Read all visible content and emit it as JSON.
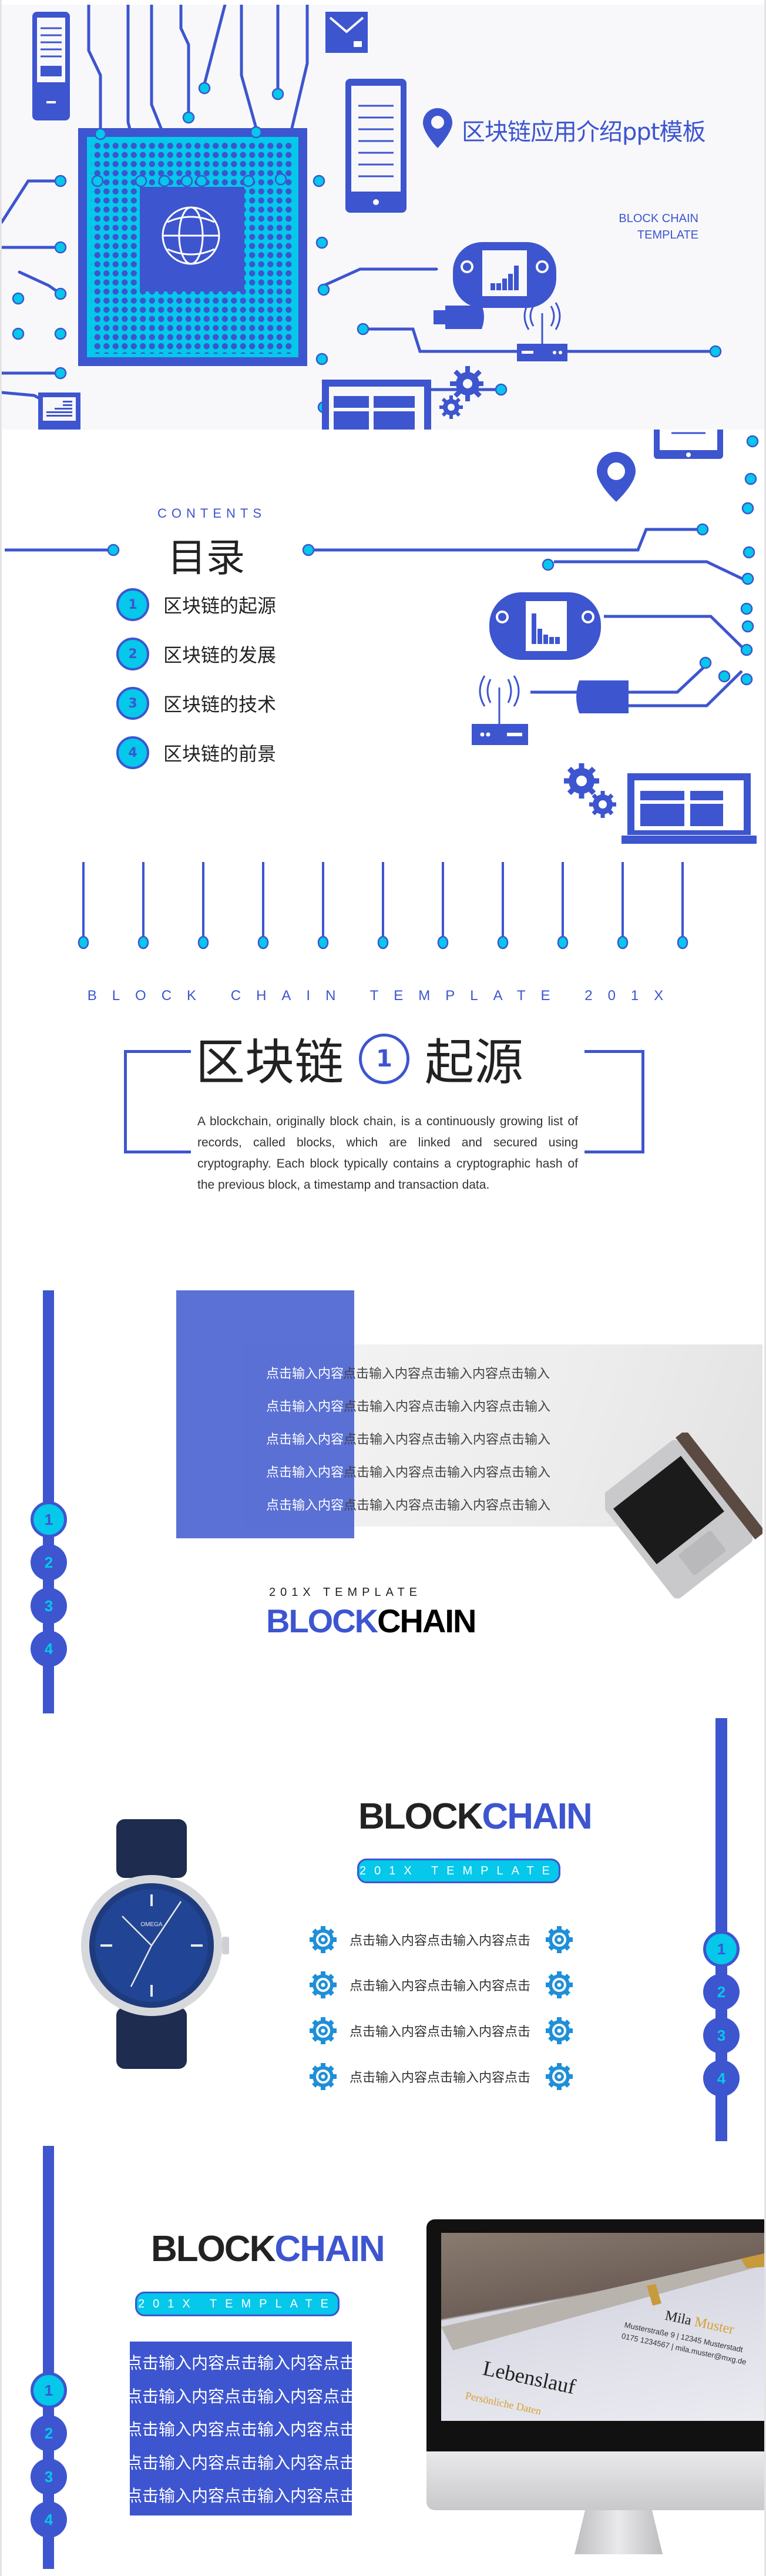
{
  "colors": {
    "primary": "#3d55cf",
    "accent": "#05c8ea",
    "text": "#222222",
    "background": "#ffffff"
  },
  "cover": {
    "title": "区块链应用介绍ppt模板",
    "subtitle_line1": "BLOCK CHAIN",
    "subtitle_line2": "TEMPLATE",
    "icons": [
      "chip-globe-icon",
      "location-pin-icon",
      "tablet-icon",
      "phone-icon",
      "mail-icon",
      "game-console-icon",
      "usb-icon",
      "router-icon",
      "gear-icon",
      "browser-window-icon"
    ]
  },
  "toc": {
    "label": "CONTENTS",
    "title": "目录",
    "items": [
      {
        "num": "1",
        "label": "区块链的起源"
      },
      {
        "num": "2",
        "label": "区块链的发展"
      },
      {
        "num": "3",
        "label": "区块链的技术"
      },
      {
        "num": "4",
        "label": "区块链的前景"
      }
    ]
  },
  "section": {
    "tagline": "BLOCK CHAIN TEMPLATE 201X",
    "heading_left": "区块链",
    "number": "1",
    "heading_right": "起源",
    "body": "A blockchain, originally block chain, is a continuously growing list of records, called blocks, which are linked and secured using cryptography. Each block typically contains a cryptographic hash of the previous block, a timestamp and transaction data."
  },
  "stepper": [
    "1",
    "2",
    "3",
    "4"
  ],
  "slide4": {
    "lines_white": [
      "点击输入内容",
      "点击输入内容",
      "点击输入内容",
      "点击输入内容",
      "点击输入内容"
    ],
    "lines_dark": [
      "点击输入内容点击输入内容点击输入",
      "点击输入内容点击输入内容点击输入",
      "点击输入内容点击输入内容点击输入",
      "点击输入内容点击输入内容点击输入",
      "点击输入内容点击输入内容点击输入"
    ],
    "template_label": "201X TEMPLATE",
    "brand_a": "BLOCK",
    "brand_b": "CHAIN"
  },
  "slide5": {
    "brand_a": "BLOCK",
    "brand_b": "CHAIN",
    "pill": "201X TEMPLATE",
    "items": [
      "点击输入内容点击输入内容点击",
      "点击输入内容点击输入内容点击",
      "点击输入内容点击输入内容点击",
      "点击输入内容点击输入内容点击"
    ],
    "watch_brand": "OMEGA"
  },
  "slide6": {
    "brand_a": "BLOCK",
    "brand_b": "CHAIN",
    "pill": "201X TEMPLATE",
    "items": [
      "点击输入内容点击输入内容点击",
      "点击输入内容点击输入内容点击",
      "点击输入内容点击输入内容点击",
      "点击输入内容点击输入内容点击",
      "点击输入内容点击输入内容点击"
    ],
    "screen_text": {
      "doc_title": "Lebenslauf",
      "name_a": "Mila",
      "name_b": "Muster",
      "address": "Musterstraße 9 | 12345 Musterstadt",
      "phone": "0175 1234567 | mila.muster@mxg.de",
      "section": "Persönliche Daten"
    }
  }
}
